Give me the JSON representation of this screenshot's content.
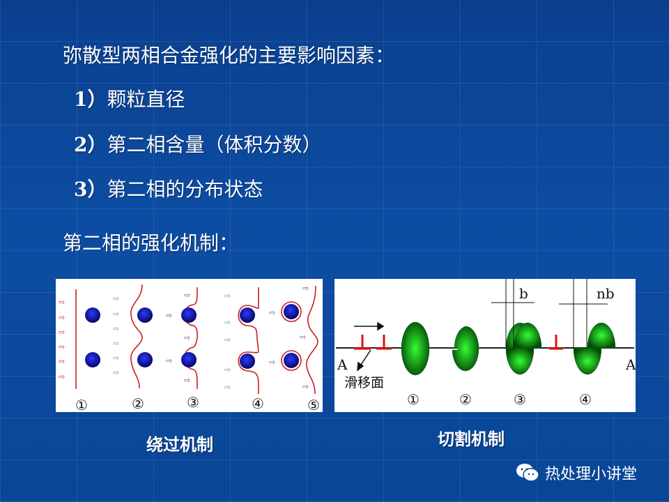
{
  "slide": {
    "heading": "弥散型两相合金强化的主要影响因素：",
    "factors": [
      {
        "num": "1）",
        "text": "颗粒直径"
      },
      {
        "num": "2）",
        "text": "第二相含量（体积分数）"
      },
      {
        "num": "3）",
        "text": "第二相的分布状态"
      }
    ],
    "mechanism_heading": "第二相的强化机制：",
    "left_figure": {
      "caption": "绕过机制",
      "stages": [
        "①",
        "②",
        "③",
        "④",
        "⑤"
      ]
    },
    "right_figure": {
      "caption": "切割机制",
      "stages": [
        "①",
        "②",
        "③",
        "④"
      ],
      "plane_label": "A",
      "slip_plane": "滑移面",
      "b_label": "b",
      "nb_label": "nb"
    },
    "watermark": {
      "icon": "wechat-icon",
      "text": "热处理小讲堂"
    }
  },
  "colors": {
    "background": "#0c4da3",
    "dislocation": "#cc1111",
    "particle": "#0a0a80",
    "precipitate": "#22cc22"
  }
}
